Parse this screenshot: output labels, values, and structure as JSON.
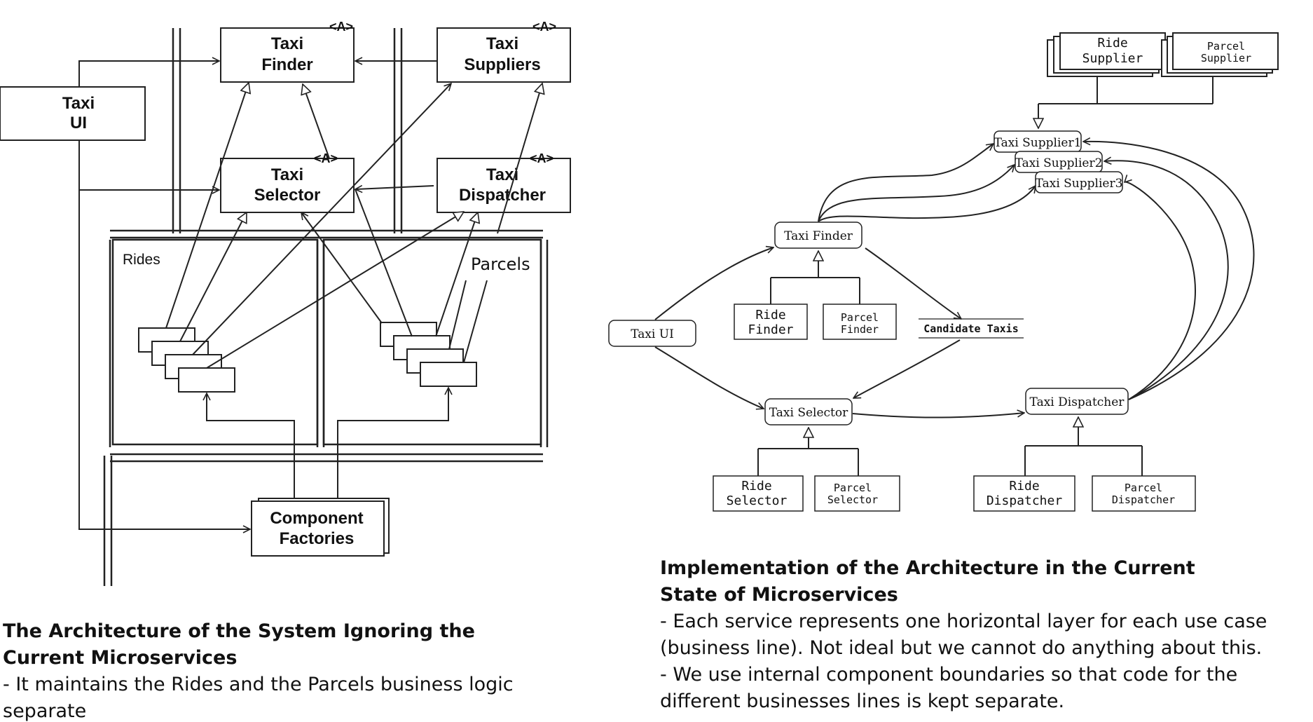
{
  "left_diagram": {
    "taxi_finder": [
      "Taxi",
      "Finder"
    ],
    "taxi_suppliers": [
      "Taxi",
      "Suppliers"
    ],
    "taxi_ui": [
      "Taxi",
      "UI"
    ],
    "taxi_selector": [
      "Taxi",
      "Selector"
    ],
    "taxi_dispatcher": [
      "Taxi",
      "Dispatcher"
    ],
    "abstract_tag": "<A>",
    "rides_label": "Rides",
    "parcels_label": "Parcels",
    "component_factories": [
      "Component",
      "Factories"
    ]
  },
  "right_diagram": {
    "ride_supplier": [
      "Ride",
      "Supplier"
    ],
    "parcel_supplier": [
      "Parcel",
      "Supplier"
    ],
    "taxi_supplier_1": "Taxi Supplier1",
    "taxi_supplier_2": "Taxi Supplier2",
    "taxi_supplier_3": "Taxi Supplier3",
    "taxi_finder": "Taxi Finder",
    "taxi_ui": "Taxi UI",
    "ride_finder": [
      "Ride",
      "Finder"
    ],
    "parcel_finder": [
      "Parcel",
      "Finder"
    ],
    "candidate_taxis": "Candidate Taxis",
    "taxi_selector": "Taxi Selector",
    "taxi_dispatcher": "Taxi Dispatcher",
    "ride_selector": [
      "Ride",
      "Selector"
    ],
    "parcel_selector": [
      "Parcel",
      "Selector"
    ],
    "ride_dispatcher": [
      "Ride",
      "Dispatcher"
    ],
    "parcel_dispatcher": [
      "Parcel",
      "Dispatcher"
    ]
  },
  "left_caption": {
    "title": "The Architecture of the System Ignoring the Current Microservices",
    "bullet": "- It maintains the Rides and the Parcels business logic separate"
  },
  "right_caption": {
    "title": "Implementation of the Architecture in the Current State of Microservices",
    "bullet_1": "- Each service represents one horizontal layer for each use case (business line). Not ideal but we cannot do anything about this.",
    "bullet_2": "- We use internal component boundaries so that code for the different businesses lines is kept separate."
  }
}
